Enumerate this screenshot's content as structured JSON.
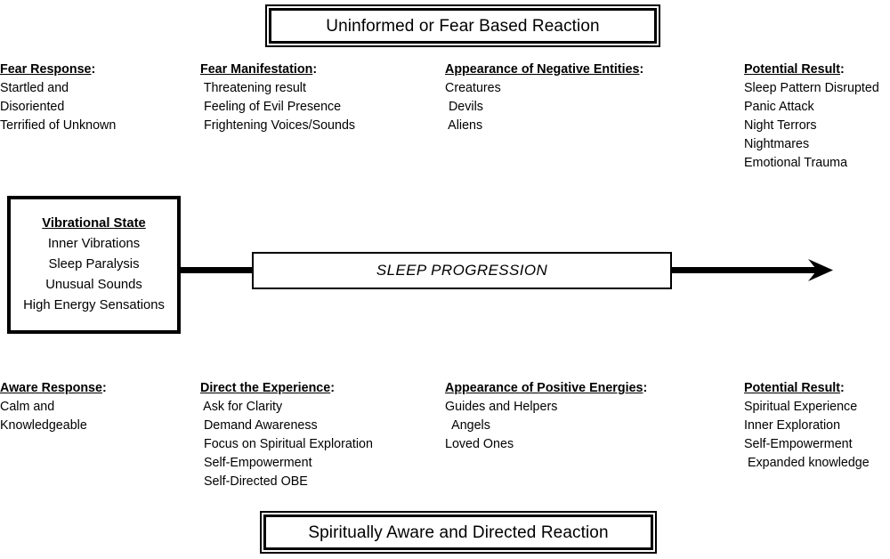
{
  "diagram": {
    "top_banner": "Uninformed or Fear Based Reaction",
    "bottom_banner": "Spiritually Aware and Directed Reaction",
    "progression_label": "SLEEP PROGRESSION",
    "colors": {
      "ink": "#000000",
      "paper": "#ffffff"
    }
  },
  "vibrational_state": {
    "title": "Vibrational State",
    "items": [
      "Inner Vibrations",
      "Sleep Paralysis",
      "Unusual Sounds",
      "High Energy Sensations"
    ]
  },
  "upper_columns": [
    {
      "heading": "Fear Response",
      "heading_suffix": ":",
      "items": [
        "Startled and",
        "Disoriented",
        "Terrified of Unknown"
      ]
    },
    {
      "heading": "Fear Manifestation",
      "heading_suffix": ":",
      "items": [
        " Threatening result",
        " Feeling of Evil Presence",
        " Frightening Voices/Sounds"
      ]
    },
    {
      "heading": "Appearance of Negative Entities",
      "heading_suffix": ":",
      "items": [
        "Creatures",
        " Devils",
        " Aliens"
      ]
    },
    {
      "heading": "Potential Result",
      "heading_suffix": ":",
      "items": [
        "Sleep Pattern Disrupted",
        "Panic Attack",
        "Night Terrors",
        "Nightmares",
        "Emotional Trauma"
      ]
    }
  ],
  "lower_columns": [
    {
      "heading": "Aware Response",
      "heading_suffix": ":",
      "items": [
        "Calm and",
        "Knowledgeable"
      ]
    },
    {
      "heading": "Direct the Experience",
      "heading_suffix": ":",
      "items": [
        " Ask for Clarity",
        " Demand Awareness",
        " Focus on Spiritual Exploration",
        " Self-Empowerment",
        " Self-Directed OBE"
      ]
    },
    {
      "heading": "Appearance of Positive Energies",
      "heading_suffix": ":",
      "items": [
        "Guides and Helpers",
        "  Angels",
        "Loved Ones"
      ]
    },
    {
      "heading": "Potential Result",
      "heading_suffix": ":",
      "items": [
        "Spiritual Experience",
        "Inner Exploration",
        "Self-Empowerment",
        " Expanded knowledge"
      ]
    }
  ]
}
